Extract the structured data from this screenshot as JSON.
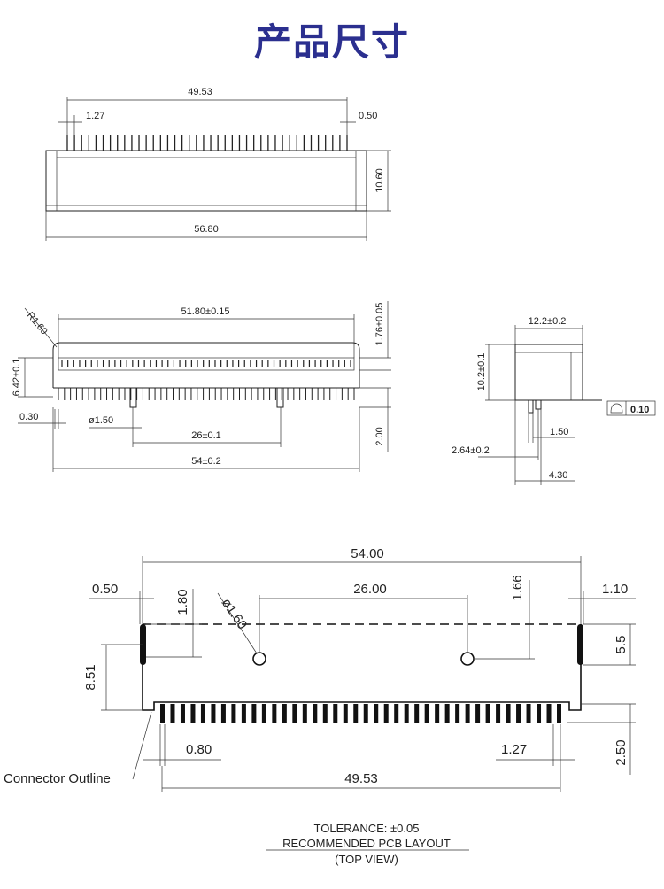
{
  "title": "产品尺寸",
  "front_view": {
    "pitch": "1.27",
    "pin_span": "49.53",
    "pin_width": "0.50",
    "height": "10.60",
    "body_length": "56.80"
  },
  "top_view": {
    "radius": "R1.60",
    "slot_length": "51.80±0.15",
    "slot_depth": "1.76±0.05",
    "body_depth": "6.42±0.1",
    "pin_width": "0.30",
    "peg_diameter": "ø1.50",
    "peg_spacing": "26±0.1",
    "overall": "54±0.2",
    "pin_length": "2.00"
  },
  "side_view": {
    "width": "12.2±0.2",
    "height": "10.2±0.1",
    "flatness_value": "0.10",
    "peg_width": "1.50",
    "peg_offset": "2.64±0.2",
    "base_width": "4.30"
  },
  "pcb_layout": {
    "overall": "54.00",
    "hold_width": "0.50",
    "hold_length": "1.80",
    "hole_diameter": "ø1.60",
    "hole_spacing": "26.00",
    "hole_offset": "1.66",
    "right_hold": "1.10",
    "hold_depth": "5.5",
    "depth": "8.51",
    "pad_length": "2.50",
    "pad_width": "0.80",
    "pad_pitch": "1.27",
    "pad_span": "49.53",
    "connector_outline": "Connector  Outline",
    "tolerance": "TOLERANCE:  ±0.05",
    "caption": "RECOMMENDED  PCB  LAYOUT",
    "subcaption": "(TOP  VIEW)"
  }
}
